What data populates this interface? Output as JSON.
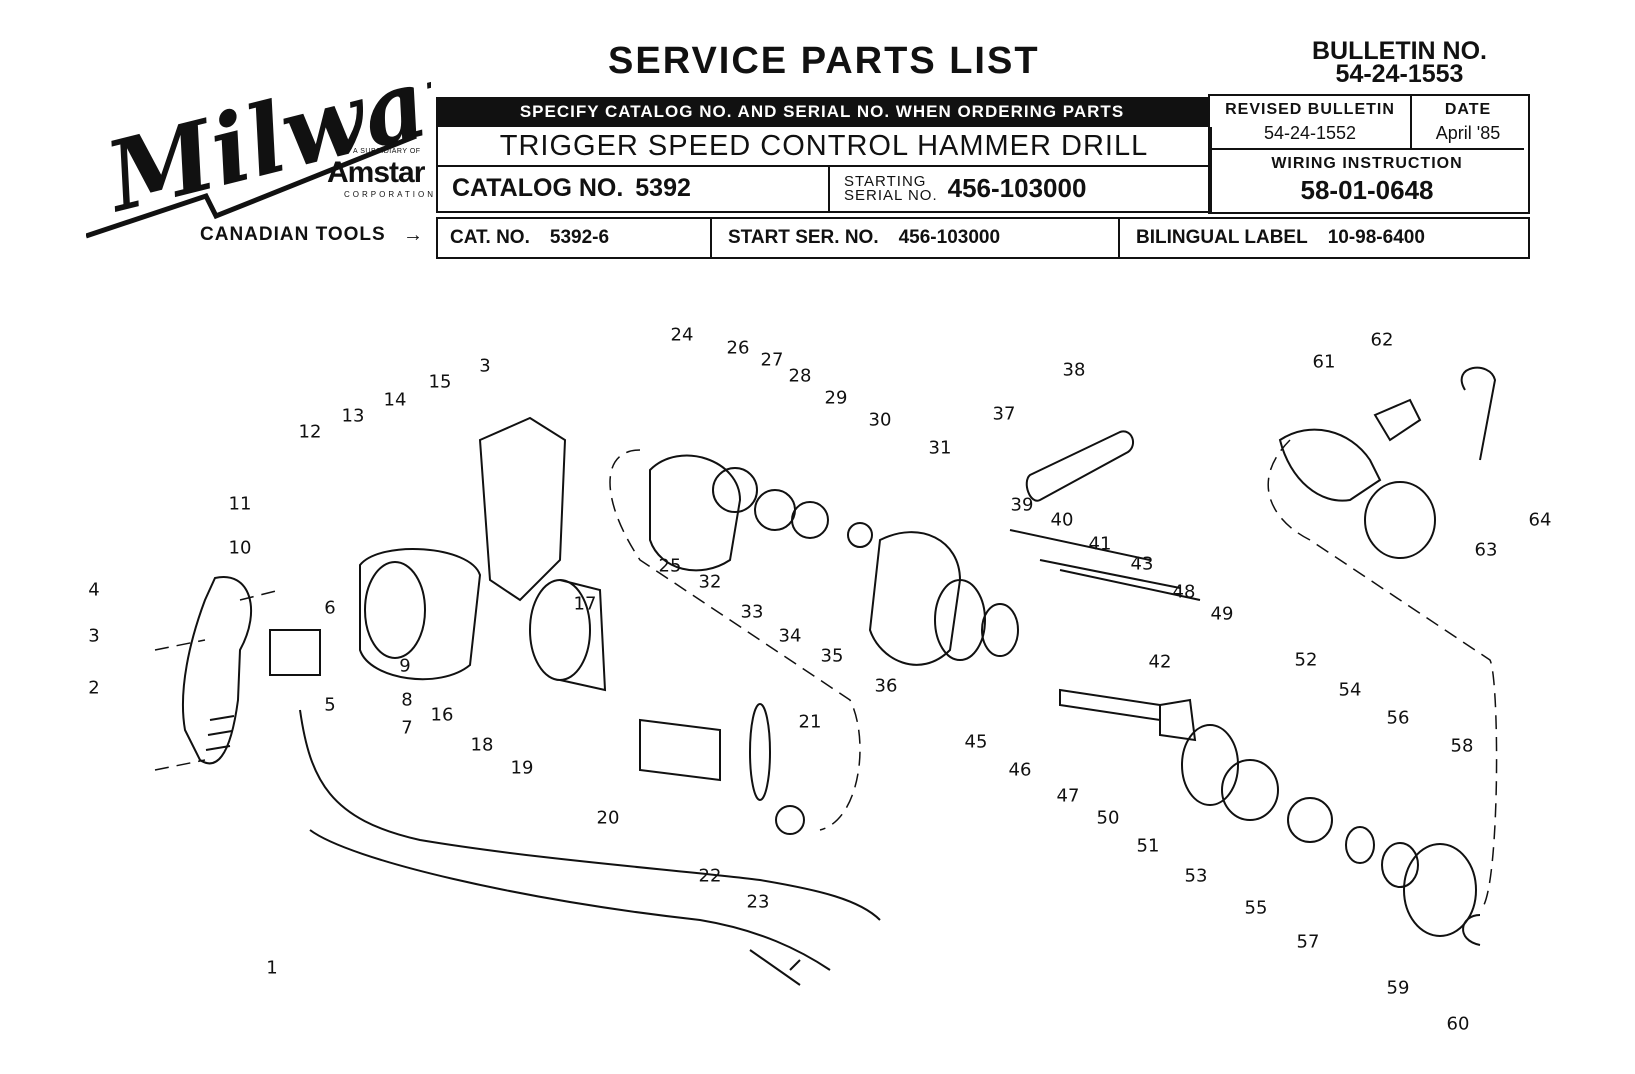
{
  "header": {
    "title": "SERVICE PARTS LIST",
    "bulletin_label": "BULLETIN NO.",
    "bulletin_no": "54-24-1553",
    "specify": "SPECIFY CATALOG NO. AND SERIAL NO. WHEN ORDERING PARTS",
    "product": "TRIGGER SPEED CONTROL HAMMER DRILL",
    "catalog_label": "CATALOG NO.",
    "catalog_no": "5392",
    "serial_label_1": "STARTING",
    "serial_label_2": "SERIAL NO.",
    "serial_no": "456-103000",
    "revised_label": "REVISED BULLETIN",
    "revised_no": "54-24-1552",
    "date_label": "DATE",
    "date_value": "April '85",
    "wiring_label": "WIRING INSTRUCTION",
    "wiring_no": "58-01-0648"
  },
  "logo": {
    "brand": "Milwaukee",
    "subsidiary": "A SUBSIDIARY OF",
    "parent": "Amstar",
    "corporation": "CORPORATION"
  },
  "canadian": {
    "label": "CANADIAN TOOLS",
    "arrow": "→",
    "cat_label": "CAT. NO.",
    "cat_no": "5392-6",
    "start_label": "START SER. NO.",
    "start_no": "456-103000",
    "bilingual_label": "BILINGUAL LABEL",
    "bilingual_no": "10-98-6400"
  },
  "callouts": [
    "1",
    "2",
    "3",
    "3",
    "4",
    "5",
    "6",
    "7",
    "8",
    "9",
    "10",
    "11",
    "12",
    "13",
    "14",
    "15",
    "16",
    "17",
    "18",
    "19",
    "20",
    "21",
    "22",
    "23",
    "24",
    "25",
    "26",
    "27",
    "28",
    "29",
    "30",
    "31",
    "32",
    "33",
    "34",
    "35",
    "36",
    "37",
    "38",
    "39",
    "40",
    "41",
    "42",
    "43",
    "45",
    "46",
    "47",
    "48",
    "49",
    "50",
    "51",
    "52",
    "53",
    "54",
    "55",
    "56",
    "57",
    "58",
    "59",
    "60",
    "61",
    "62",
    "63",
    "64"
  ]
}
